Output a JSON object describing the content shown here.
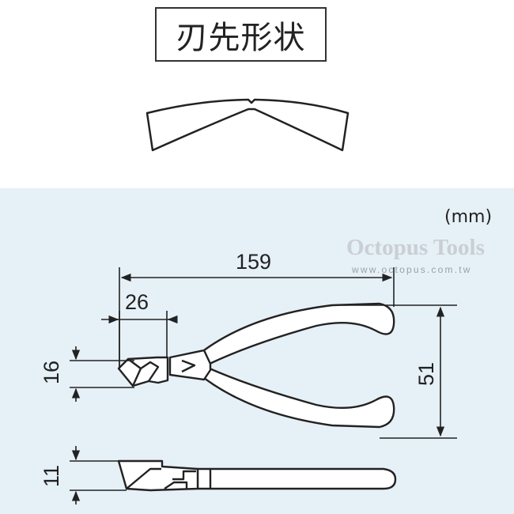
{
  "title": "刃先形状",
  "unit": "(mm)",
  "brand": {
    "name": "Octopus Tools",
    "url": "www.octopus.com.tw"
  },
  "dimensions": {
    "length": "159",
    "jaw_length": "26",
    "head_height": "16",
    "handle_span": "51",
    "thickness": "11"
  }
}
